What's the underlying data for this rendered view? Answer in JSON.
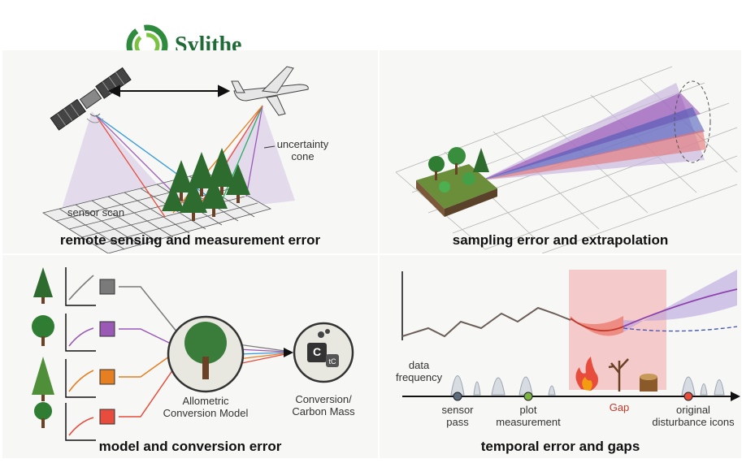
{
  "brand": {
    "name": "Sylithe",
    "logo_icon": "swirl-leaf-icon",
    "color": "#1f6b36"
  },
  "panels": {
    "remote": {
      "caption": "remote sensing and measurement error",
      "label_cone": "uncertainty\ncone",
      "label_scan": "sensor scan"
    },
    "sampling": {
      "caption": "sampling error and extrapolation"
    },
    "model": {
      "caption": "model and conversion error",
      "label_model": "Allometric\nConversion Model",
      "label_carbon": "Conversion/\nCarbon Mass",
      "carbon_badge": "C",
      "carbon_unit": "tC",
      "series_colors": [
        "#7a7a7a",
        "#9b59b6",
        "#e67e22",
        "#e74c3c"
      ]
    },
    "temporal": {
      "caption": "temporal error and gaps",
      "label_frequency": "data\nfrequency",
      "label_sensor": "sensor\npass",
      "label_plot": "plot\nmeasurement",
      "label_gap": "Gap",
      "label_original": "original\ndisturbance icons"
    }
  }
}
